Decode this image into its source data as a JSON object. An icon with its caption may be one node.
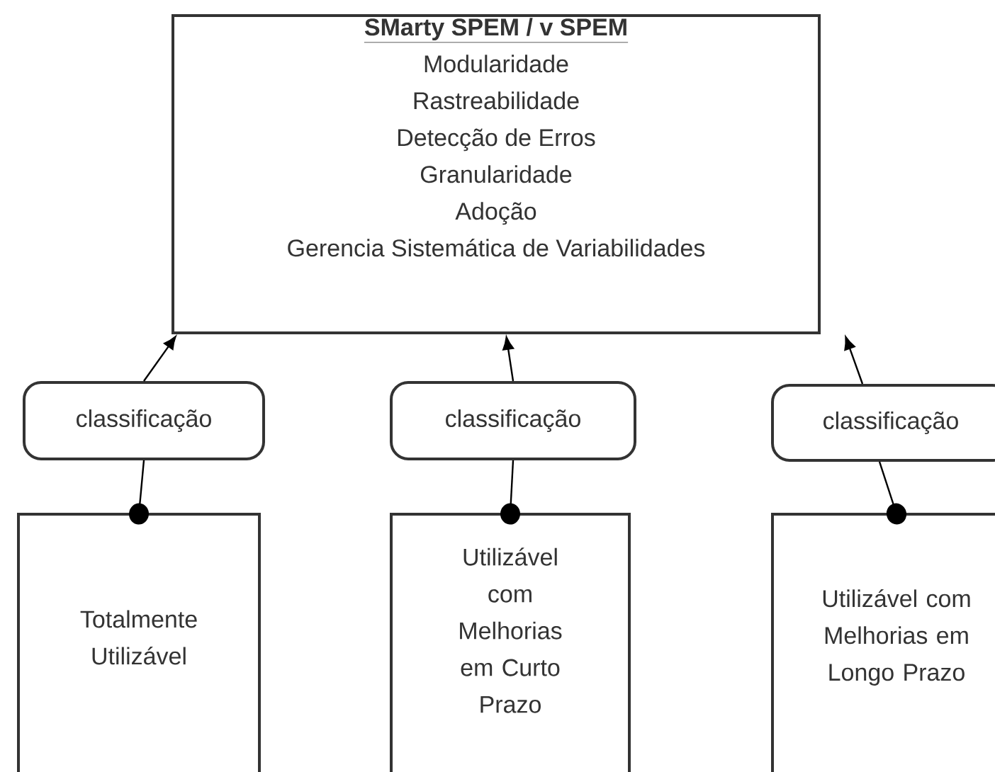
{
  "diagram": {
    "nodes": [
      {
        "text": [
          "SMarty SPEM / v SPEM",
          "Modularidade",
          "Rastreabilidade",
          "Detecção de Erros",
          "Granularidade",
          "Adoção",
          "Gerencia Sistemática de Variabilidades"
        ]
      },
      {
        "text": [
          "classificação"
        ]
      },
      {
        "text": [
          "classificação"
        ]
      },
      {
        "text": [
          "classificação"
        ]
      },
      {
        "text": [
          "Totalmente Utilizável"
        ]
      },
      {
        "text": [
          "Utilizável com Melhorias em Curto Prazo"
        ]
      },
      {
        "text": [
          "Utilizável com Melhorias em Longo Prazo"
        ]
      }
    ],
    "edges": [
      {
        "from": 1,
        "to": 0,
        "arrow": "to"
      },
      {
        "from": 2,
        "to": 0,
        "arrow": "to"
      },
      {
        "from": 3,
        "to": 0,
        "arrow": "to"
      },
      {
        "from": 4,
        "to": 1,
        "arrow": "other"
      },
      {
        "from": 5,
        "to": 2,
        "arrow": "other"
      },
      {
        "from": 6,
        "to": 3,
        "arrow": "other"
      }
    ]
  }
}
